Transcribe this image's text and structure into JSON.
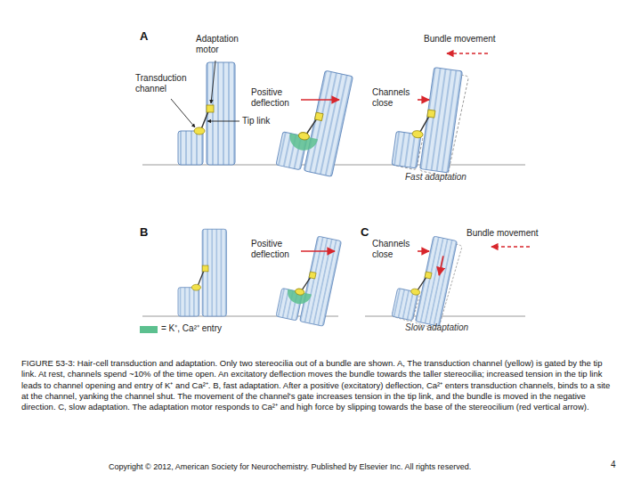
{
  "diagram": {
    "caption": "FIGURE 53-3: Hair-cell transduction and adaptation. Only two stereocilia out of a bundle are shown. A, The transduction channel (yellow) is gated by the tip link. At rest, channels spend ~10% of the time open. An excitatory deflection moves the bundle towards the taller stereocilia; increased tension in the tip link leads to channel opening and entry of K⁺ and Ca²⁺. B, fast adaptation. After a positive (excitatory) deflection, Ca²⁺ enters transduction channels, binds to a site at the channel, yanking the channel shut. The movement of the channel's gate increases tension in the tip link, and the bundle is moved in the negative direction. C, slow adaptation. The adaptation motor responds to Ca²⁺ and high force by slipping towards the base of the stereocilium (red vertical arrow).",
    "labels": [
      "A",
      "Adaptation motor",
      "Transduction channel",
      "Tip link",
      "Positive deflection",
      "Channels close",
      "Bundle movement",
      "Fast adaptation",
      "B",
      "C",
      "Positive deflection",
      "Channels close",
      "Bundle movement",
      "Slow adaptation",
      "Copyright © 2012, American Society for Neurochemistry. Published by Elsevier Inc. All rights reserved.",
      "4"
    ],
    "legend": [
      {
        "text": "= K⁺, Ca²⁺ entry",
        "color": "#5cc08f"
      }
    ]
  }
}
